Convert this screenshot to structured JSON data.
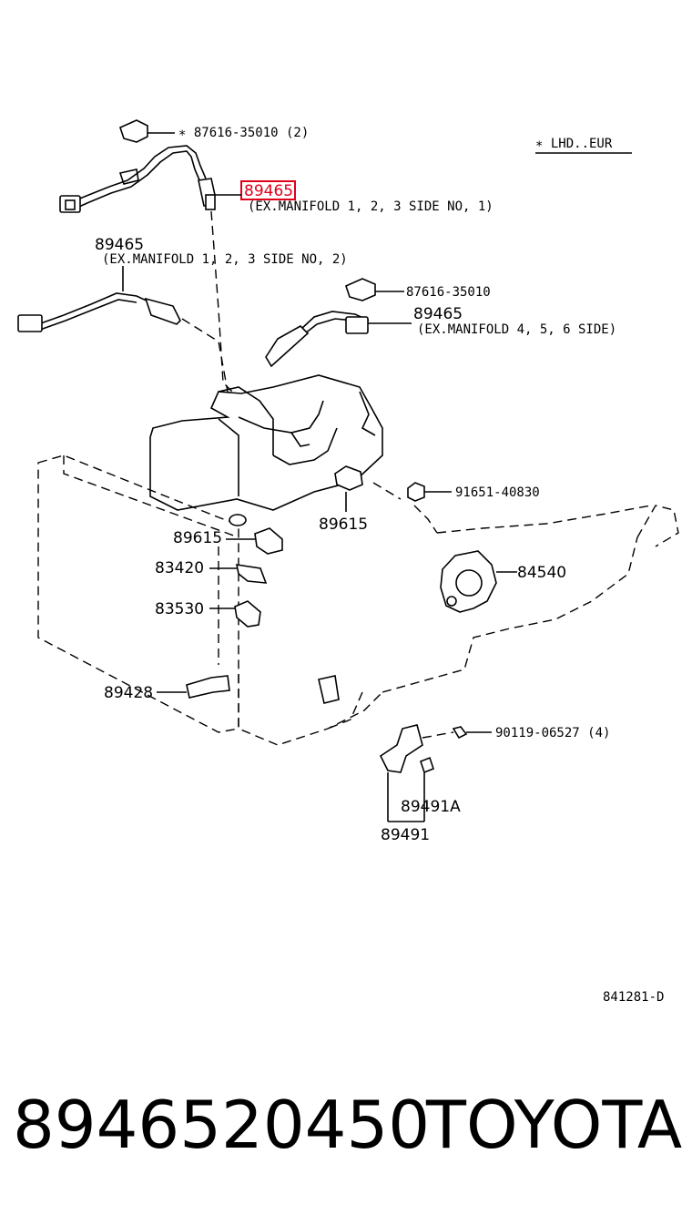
{
  "diagram": {
    "region_note": "∗ LHD..EUR",
    "callouts": {
      "clip_top": "∗ 87616-35010 (2)",
      "sensor_no1": "89465",
      "sensor_no1_desc": "(EX.MANIFOLD 1, 2, 3 SIDE NO, 1)",
      "sensor_no2": "89465",
      "sensor_no2_desc": "(EX.MANIFOLD 1, 2, 3 SIDE NO, 2)",
      "clip_right": "87616-35010",
      "sensor_456": "89465",
      "sensor_456_desc": "(EX.MANIFOLD 4, 5, 6 SIDE)",
      "plug": "91651-40830",
      "sensor_89615_right": "89615",
      "sensor_89615_left": "89615",
      "sensor_83420": "83420",
      "sensor_83530": "83530",
      "throttle_84540": "84540",
      "sensor_89428": "89428",
      "bolt": "90119-06527 (4)",
      "bracket_a": "89491A",
      "bracket": "89491"
    },
    "drawing_code": "841281-D",
    "highlight_color": "#e0001a"
  },
  "footer": {
    "part_number": "8946520450",
    "brand": "TOYOTA"
  }
}
